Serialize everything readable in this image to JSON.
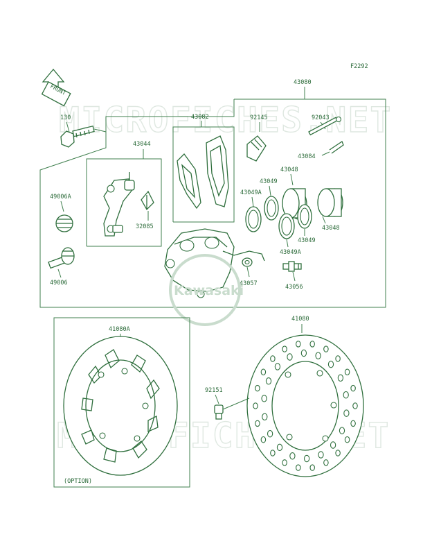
{
  "figure_code": "F2292",
  "front_arrow_label": "FRONT",
  "watermark_text": "MICROFICHES.NET",
  "logo_text": "Kawasaki",
  "option_label": "(OPTION)",
  "labels": {
    "p43080": "43080",
    "p130": "130",
    "p43082": "43082",
    "p92145": "92145",
    "p92043": "92043",
    "p43084": "43084",
    "p43044": "43044",
    "p43048a": "43048",
    "p43049a": "43049",
    "p43049A_a": "43049A",
    "p49006A": "49006A",
    "p32085": "32085",
    "p43048b": "43048",
    "p43049b": "43049",
    "p43049A_b": "43049A",
    "p49006": "49006",
    "p43057": "43057",
    "p43056": "43056",
    "p41080A": "41080A",
    "p41080": "41080",
    "p92151": "92151"
  },
  "colors": {
    "line": "#2f6f3d",
    "watermark": "#dfe8e1",
    "logo": "#c9dccd"
  }
}
